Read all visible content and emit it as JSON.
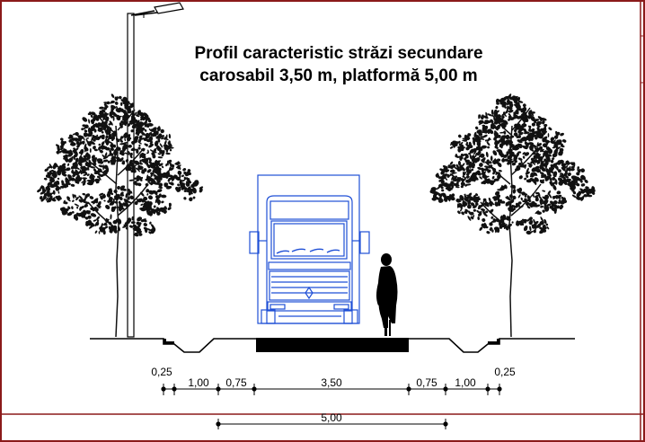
{
  "diagram": {
    "title_line_1": "Profil caracteristic străzi secundare",
    "title_line_2": "carosabil 3,50 m, platformă 5,00 m",
    "colors": {
      "frame": "#8b1a1a",
      "truck": "#1f4fd6",
      "ink": "#000000",
      "paper": "#ffffff"
    },
    "icons": {
      "street_lamp": "street-lamp-icon",
      "tree": "tree-icon",
      "truck": "truck-icon",
      "pedestrian": "pedestrian-icon"
    },
    "dimensions": {
      "upper_row": [
        "0,25",
        "1,00",
        "0,75",
        "3,50",
        "0,75",
        "1,00",
        "0,25"
      ],
      "lower_row": "5,00"
    }
  }
}
